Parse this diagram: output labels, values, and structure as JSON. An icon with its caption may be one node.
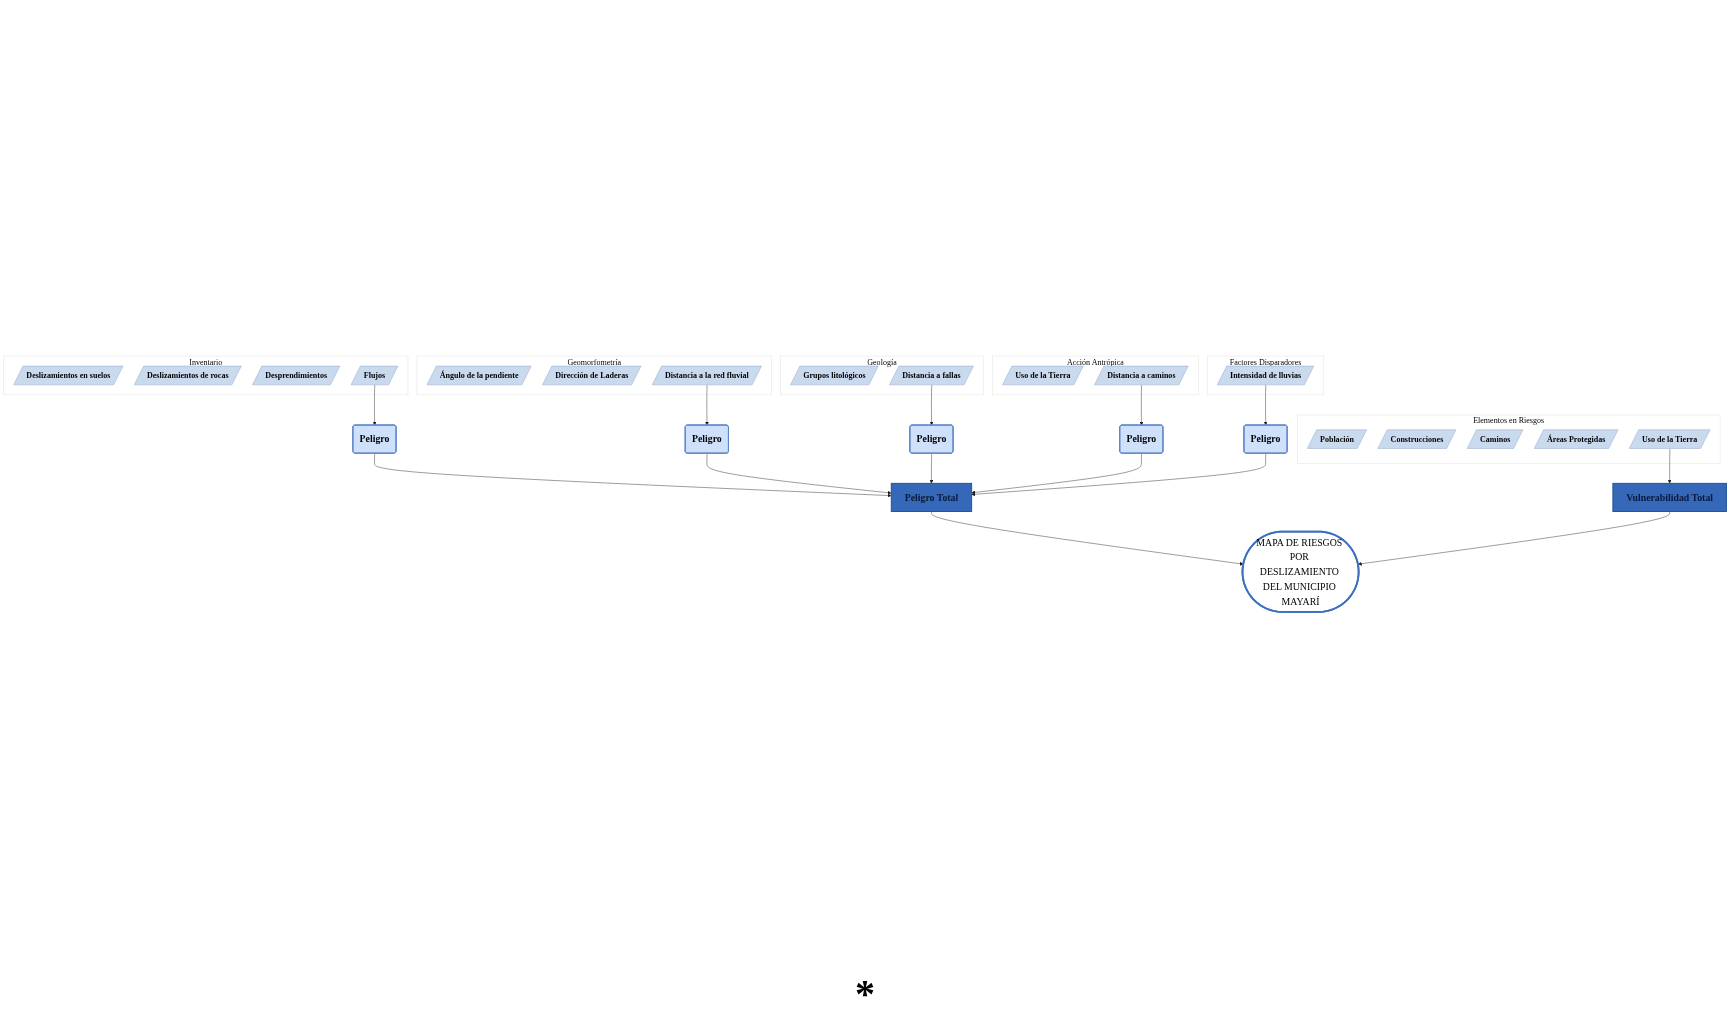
{
  "diagram": {
    "nodes": [
      {
        "text": [
          "Inventario"
        ]
      },
      {
        "text": [
          "Deslizamientos en suelos"
        ],
        "in": 0
      },
      {
        "text": [
          "Deslizamientos de rocas"
        ],
        "in": 0
      },
      {
        "text": [
          "Desprendimientos"
        ],
        "in": 0
      },
      {
        "text": [
          "Flujos"
        ],
        "in": 0
      },
      {
        "text": [
          "Geomorfometría"
        ]
      },
      {
        "text": [
          "Ángulo de la pendiente"
        ],
        "in": 5
      },
      {
        "text": [
          "Dirección de Laderas"
        ],
        "in": 5
      },
      {
        "text": [
          "Distancia a la red fluvial"
        ],
        "in": 5
      },
      {
        "text": [
          "Geología"
        ]
      },
      {
        "text": [
          "Grupos litológicos"
        ],
        "in": 9
      },
      {
        "text": [
          "Distancia a fallas"
        ],
        "in": 9
      },
      {
        "text": [
          "Acción Antrópica"
        ]
      },
      {
        "text": [
          "Uso de la Tierra"
        ],
        "in": 12
      },
      {
        "text": [
          "Distancia a caminos"
        ],
        "in": 12
      },
      {
        "text": [
          "Factores Disparadores"
        ]
      },
      {
        "text": [
          "Intensidad de lluvias"
        ],
        "in": 15
      },
      {
        "text": [
          "Elementos en Riesgos"
        ]
      },
      {
        "text": [
          "Población"
        ],
        "in": 17
      },
      {
        "text": [
          "Construcciones"
        ],
        "in": 17
      },
      {
        "text": [
          "Caminos"
        ],
        "in": 17
      },
      {
        "text": [
          "Áreas Protegidas"
        ],
        "in": 17
      },
      {
        "text": [
          "Uso de la Tierra"
        ],
        "in": 17
      },
      {
        "text": [
          "Peligro"
        ]
      },
      {
        "text": [
          "Peligro"
        ]
      },
      {
        "text": [
          "Peligro"
        ]
      },
      {
        "text": [
          "Peligro"
        ]
      },
      {
        "text": [
          "Peligro"
        ]
      },
      {
        "text": [
          "Peligro Total"
        ]
      },
      {
        "text": [
          "Vulnerabilidad Total"
        ]
      },
      {
        "text": [
          "MAPA DE RIESGOS POR DESLIZAMIENTO DEL MUNICIPIO MAYARÍ"
        ]
      }
    ],
    "edges": [
      {
        "from": 4,
        "to": 23,
        "arrow": "to"
      },
      {
        "from": 8,
        "to": 24,
        "arrow": "to"
      },
      {
        "from": 11,
        "to": 25,
        "arrow": "to"
      },
      {
        "from": 14,
        "to": 26,
        "arrow": "to"
      },
      {
        "from": 16,
        "to": 27,
        "arrow": "to"
      },
      {
        "from": 23,
        "to": 28,
        "arrow": "to"
      },
      {
        "from": 24,
        "to": 28,
        "arrow": "to"
      },
      {
        "from": 25,
        "to": 28,
        "arrow": "to"
      },
      {
        "from": 26,
        "to": 28,
        "arrow": "to"
      },
      {
        "from": 27,
        "to": 28,
        "arrow": "to"
      },
      {
        "from": 22,
        "to": 29,
        "arrow": "to"
      },
      {
        "from": 28,
        "to": 30,
        "arrow": "to"
      },
      {
        "from": 29,
        "to": 30,
        "arrow": "to"
      }
    ],
    "labels": [
      "*"
    ]
  }
}
